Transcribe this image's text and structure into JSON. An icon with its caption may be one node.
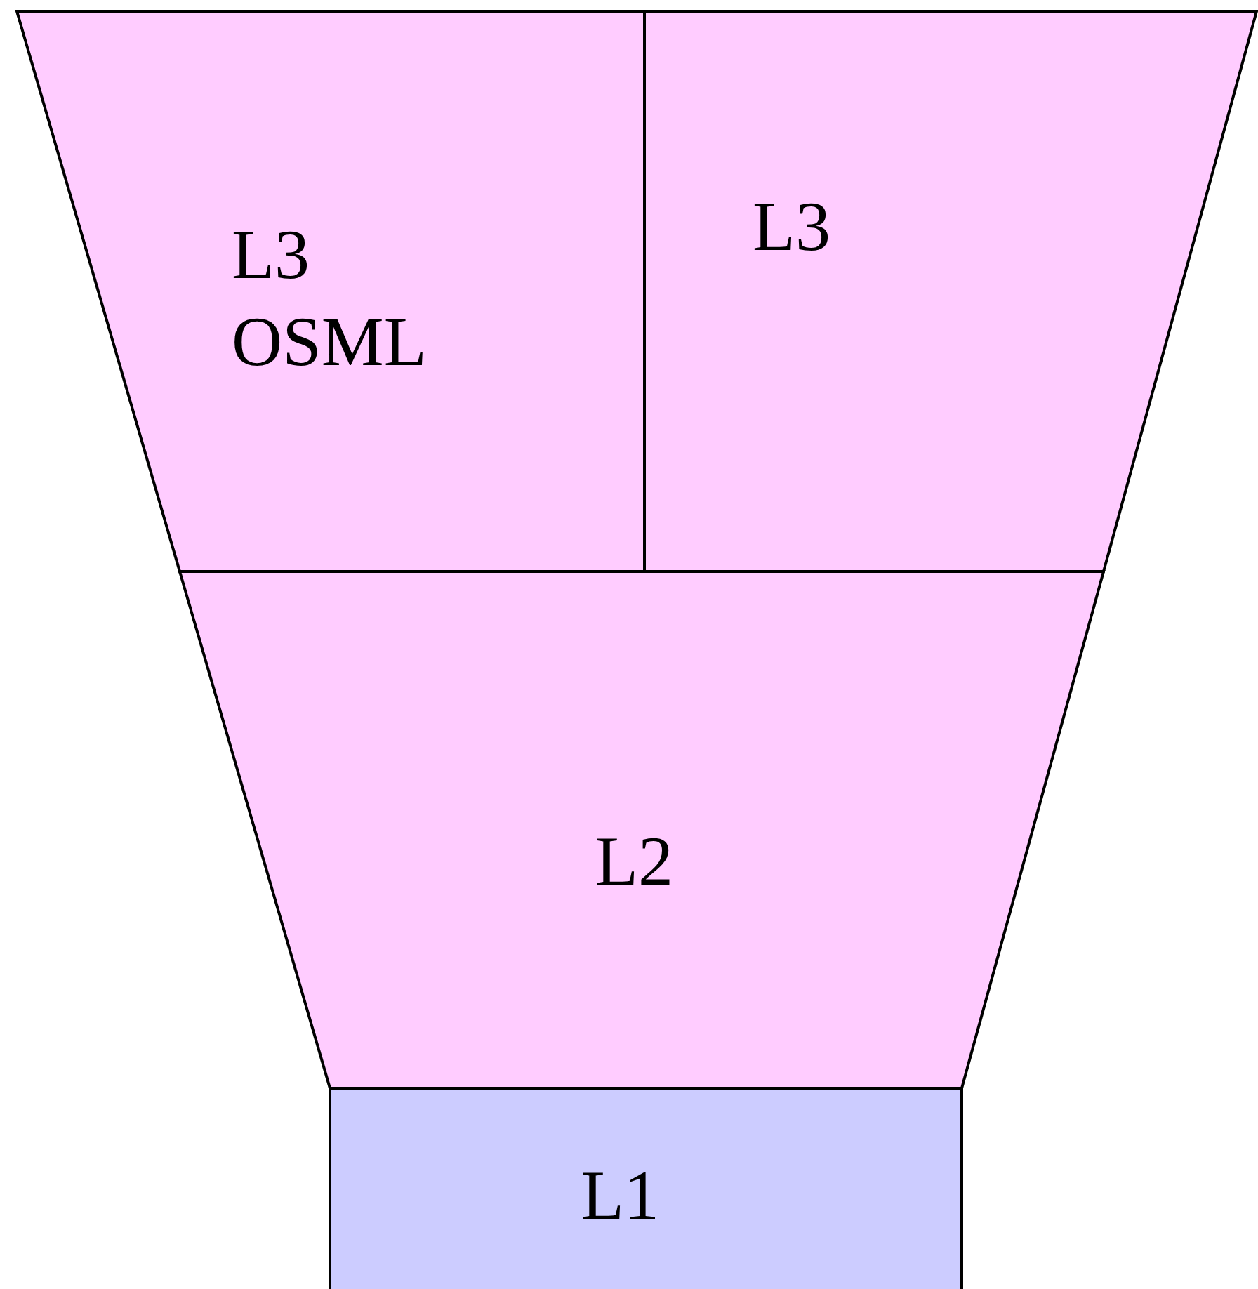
{
  "diagram": {
    "nodes": [
      {
        "text": [
          "L3 OSML"
        ]
      },
      {
        "text": [
          "L3"
        ]
      },
      {
        "text": [
          "L2"
        ]
      },
      {
        "text": [
          "L1"
        ]
      }
    ]
  }
}
